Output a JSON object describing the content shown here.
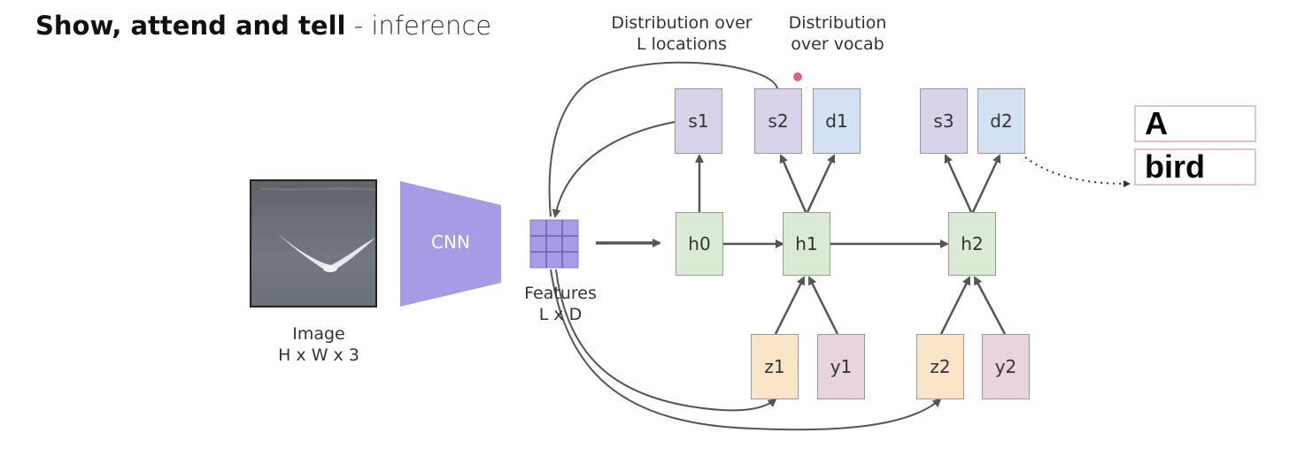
{
  "slide": {
    "title_main": "Show, attend and tell",
    "title_suffix": "- inference"
  },
  "image_block": {
    "caption_line1": "Image",
    "caption_line2": "H x W x 3"
  },
  "cnn": {
    "label": "CNN",
    "color": "#a89be6"
  },
  "features": {
    "label_line1": "Features",
    "label_line2": "L x D",
    "color": "#a89be6"
  },
  "top_labels": {
    "locations_line1": "Distribution over",
    "locations_line2": "L locations",
    "vocab_line1": "Distribution",
    "vocab_line2": "over vocab"
  },
  "nodes": {
    "s1": "s1",
    "s2": "s2",
    "d1": "d1",
    "s3": "s3",
    "d2": "d2",
    "h0": "h0",
    "h1": "h1",
    "h2": "h2",
    "z1": "z1",
    "y1": "y1",
    "z2": "z2",
    "y2": "y2"
  },
  "output_words": [
    "A",
    "bird"
  ]
}
